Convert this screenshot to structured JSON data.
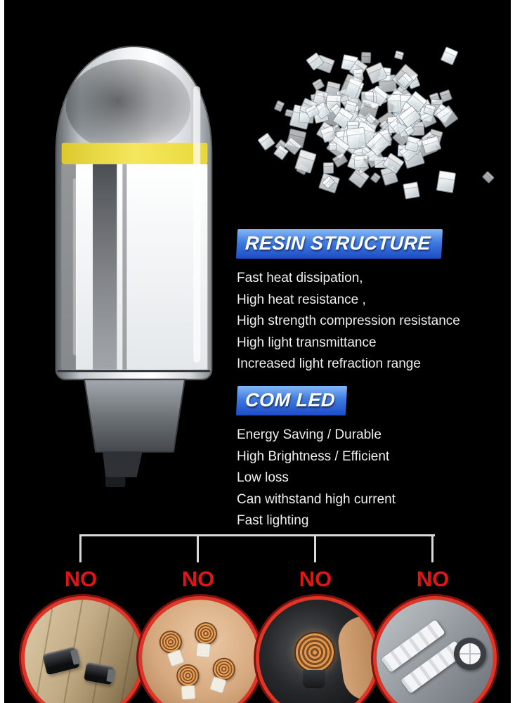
{
  "colors": {
    "background": "#000000",
    "header_blue_light": "#85b7f5",
    "header_blue_dark": "#1c4cc6",
    "body_text": "#f0f0f0",
    "no_label_red": "#e01515",
    "circle_ring_red": "#e03527",
    "cob_yellow": "#efe04a"
  },
  "hero": {
    "bulb_image": "glass-cob-t10-led-bulb",
    "crystals_image": "resin-crystal-pile"
  },
  "sections": {
    "resin": {
      "title": "RESIN STRUCTURE",
      "items": [
        "Fast heat dissipation,",
        "High heat resistance ,",
        "High strength compression resistance",
        "High light transmittance",
        "Increased light refraction range"
      ]
    },
    "com_led": {
      "title": "COM LED",
      "items": [
        "Energy Saving / Durable",
        "High Brightness / Efficient",
        "Low loss",
        "Can withstand high current",
        "Fast lighting"
      ]
    }
  },
  "comparison": {
    "items": [
      {
        "label": "NO",
        "photo": "black-mini-wedge-bulbs-on-wood"
      },
      {
        "label": "NO",
        "photo": "hand-holding-copper-coil-bulbs"
      },
      {
        "label": "NO",
        "photo": "copper-coil-filament-bulb"
      },
      {
        "label": "NO",
        "photo": "smd-chip-led-bulbs"
      }
    ]
  }
}
